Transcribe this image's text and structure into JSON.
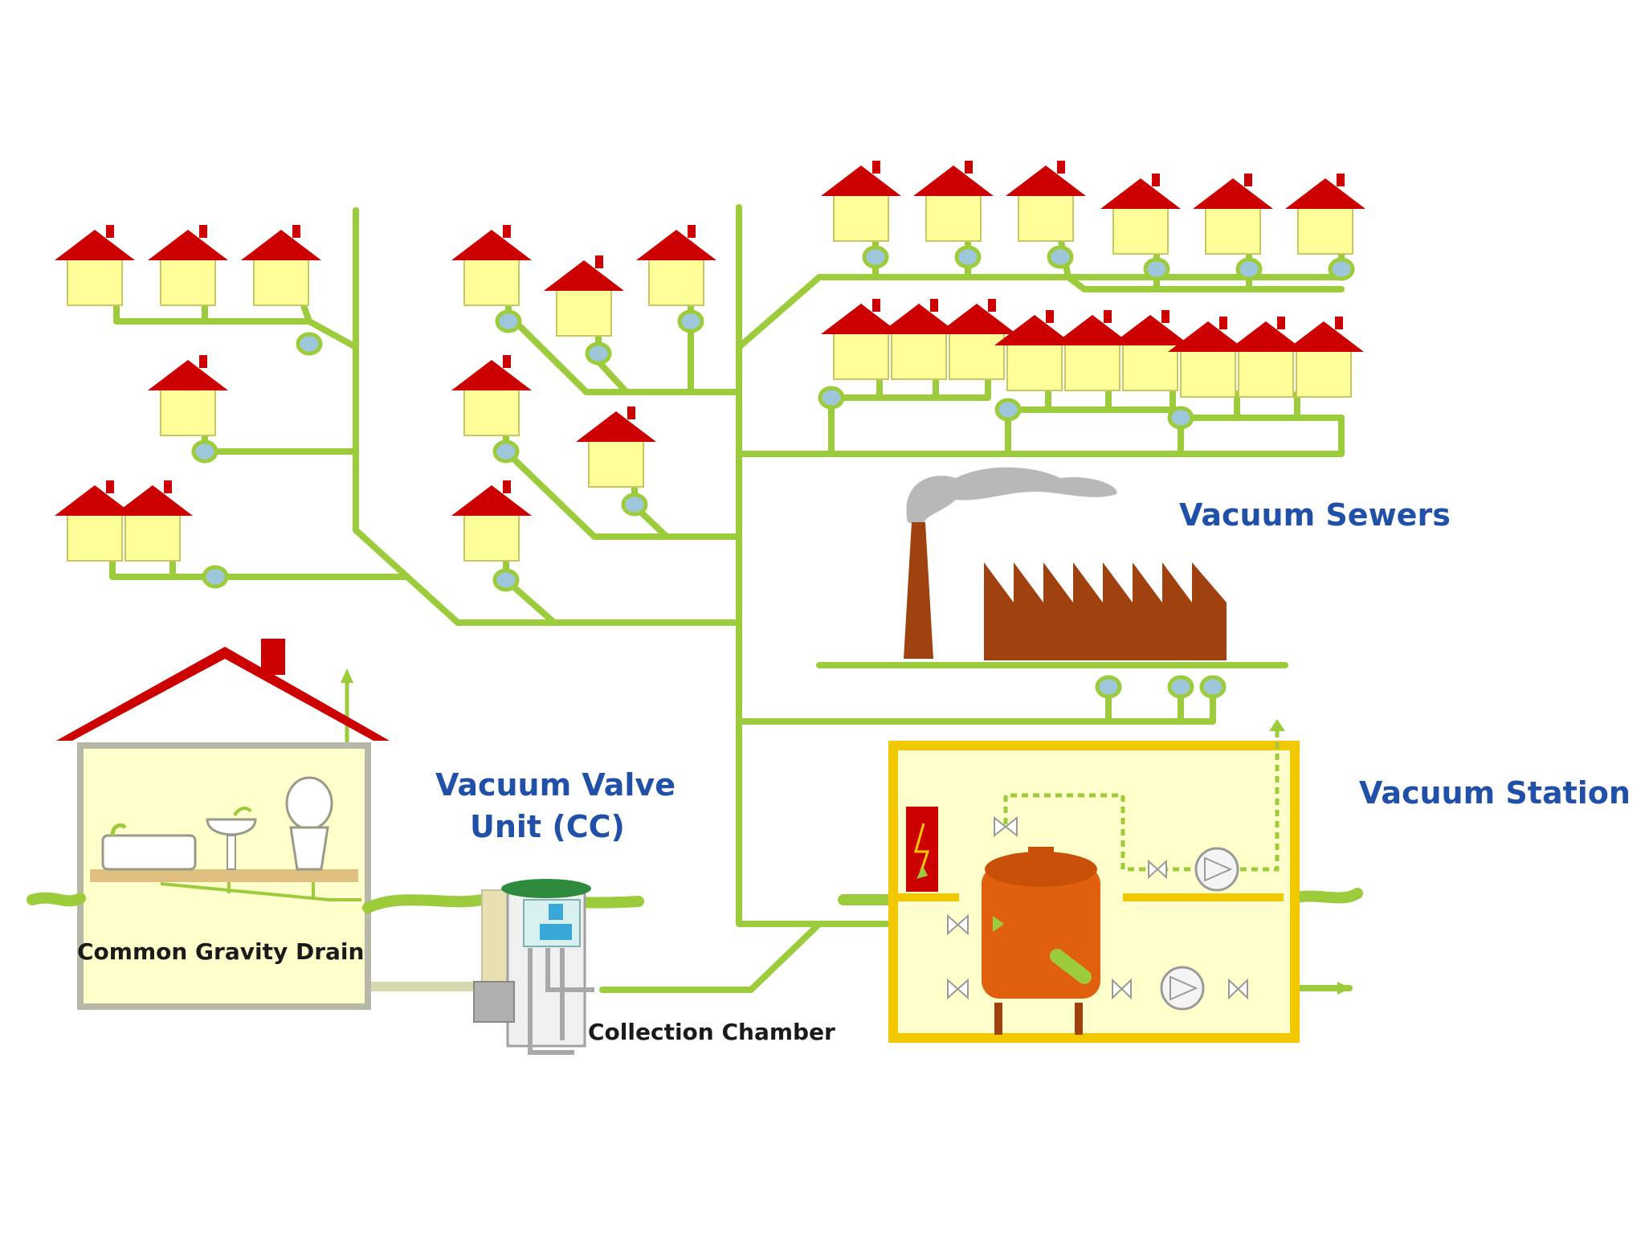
{
  "labels": {
    "vacuum_sewers": "Vacuum Sewers",
    "vacuum_valve_line1": "Vacuum Valve",
    "vacuum_valve_line2": "Unit (CC)",
    "vacuum_station": "Vacuum Station",
    "common_gravity_drain": "Common Gravity Drain",
    "collection_chamber": "Collection Chamber"
  },
  "colors": {
    "pipe": "#9ccc3c",
    "roof": "#cc0000",
    "house": "#ffff99",
    "valve": "#9fc7dc",
    "factory": "#a0420f",
    "station_border": "#f2c800",
    "label_blue": "#2050a8"
  }
}
